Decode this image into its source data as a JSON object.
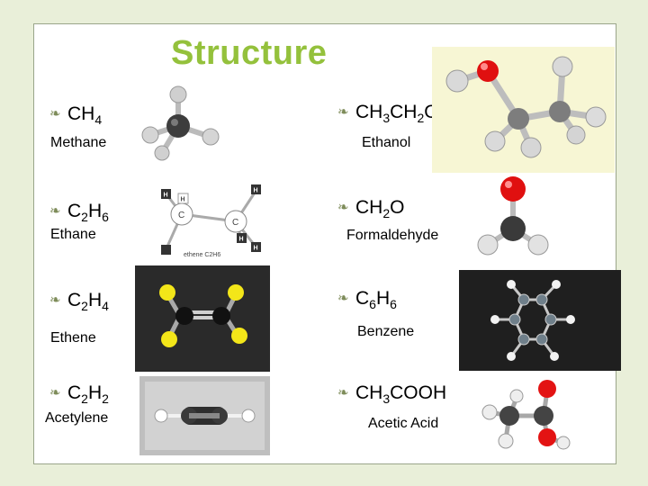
{
  "slide": {
    "title": "Structure",
    "accent_color": "#94c13c",
    "bullet_icon": "leaf-bullet-icon"
  },
  "molecules": [
    {
      "key": "methane",
      "formula": [
        {
          "t": "CH"
        },
        {
          "s": "4"
        }
      ],
      "name": "Methane"
    },
    {
      "key": "ethanol",
      "formula": [
        {
          "t": "CH"
        },
        {
          "s": "3"
        },
        {
          "t": "CH"
        },
        {
          "s": "2"
        },
        {
          "t": "OH"
        }
      ],
      "name": "Ethanol"
    },
    {
      "key": "ethane",
      "formula": [
        {
          "t": "C"
        },
        {
          "s": "2"
        },
        {
          "t": "H"
        },
        {
          "s": "6"
        }
      ],
      "name": "Ethane"
    },
    {
      "key": "formaldehyde",
      "formula": [
        {
          "t": "CH"
        },
        {
          "s": "2"
        },
        {
          "t": "O"
        }
      ],
      "name": "Formaldehyde"
    },
    {
      "key": "ethene",
      "formula": [
        {
          "t": "C"
        },
        {
          "s": "2"
        },
        {
          "t": "H"
        },
        {
          "s": "4"
        }
      ],
      "name": "Ethene"
    },
    {
      "key": "benzene",
      "formula": [
        {
          "t": "C"
        },
        {
          "s": "6"
        },
        {
          "t": "H"
        },
        {
          "s": "6"
        }
      ],
      "name": "Benzene"
    },
    {
      "key": "acetylene",
      "formula": [
        {
          "t": "C"
        },
        {
          "s": "2"
        },
        {
          "t": "H"
        },
        {
          "s": "2"
        }
      ],
      "name": "Acetylene"
    },
    {
      "key": "acetic",
      "formula": [
        {
          "t": "CH"
        },
        {
          "s": "3"
        },
        {
          "t": "COOH"
        }
      ],
      "name": "Acetic Acid"
    }
  ],
  "diagram_labels": {
    "ethane_atoms": [
      "H",
      "H",
      "C",
      "C",
      "H",
      "H",
      "H"
    ],
    "ethane_caption": "ethene C2H6"
  }
}
